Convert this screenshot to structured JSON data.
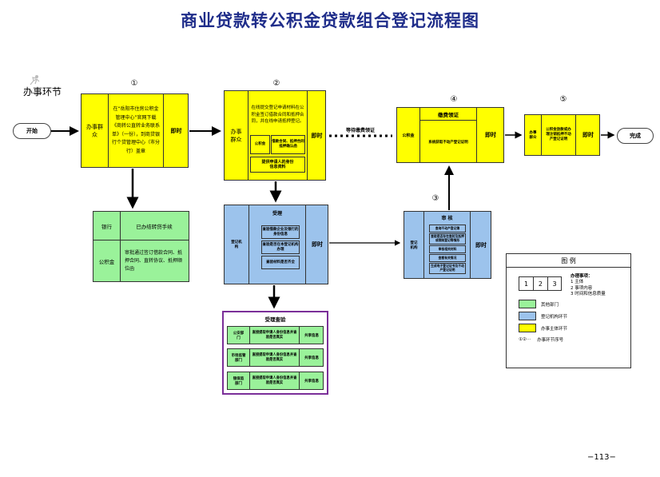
{
  "title": "商业贷款转公积金贷款组合登记流程图",
  "section_label": "办事环节",
  "start_label": "开始",
  "end_label": "完成",
  "page_number": "−113−",
  "steps": {
    "s1": {
      "number": "①",
      "subject": "办事群众",
      "content": "在“岳阳市住房公积金管理中心”官网下载《商转公直转业务联系单》（一份），到商贷银行个贷管理中心（市分行）盖章",
      "time": "即时"
    },
    "s2": {
      "number": "②",
      "subject": "办事群众",
      "content_top": "在线提交登记申请材料在公积金签订借款合同和抵押合同，并在线申请抵押登记。",
      "inner_left": "公积金",
      "inner_right": "借款合同、抵押合同抵押确认函",
      "bottom_box": "提供申请人的身份信息资料",
      "time": "即时"
    },
    "wait_label": "等待缴费领证",
    "s4": {
      "number": "④",
      "header": "缴费领证",
      "left": "公积金",
      "content": "系统获取不动产登记证明",
      "time": "即时"
    },
    "s5": {
      "number": "⑤",
      "subject": "办事群众",
      "content": "公积金放款或办理注销抵押不动产登记证明",
      "time": "即时"
    },
    "side_table": {
      "rows": [
        {
          "org": "银行",
          "text": "已办结转贷手续"
        },
        {
          "org": "公积金",
          "text": "审批通过签订借款合同、抵押合同、直转协议、抵押顺位函"
        }
      ]
    },
    "accept": {
      "header": "受理",
      "left": "登记机构",
      "items": [
        "查验借款企业及银行的身份信息",
        "查验是否在本登记机构办理",
        "查验材料是否齐全"
      ],
      "time": "即时"
    },
    "s3": {
      "number": "③",
      "header": "审  核",
      "left": "登记机构",
      "items": [
        "查询不动产登记簿",
        "查验是否存在查封及抵押或限制登记等情形",
        "审核相关材料",
        "查看有关情况",
        "生成电子登记证书及不动产登记证明"
      ],
      "time": "即时"
    },
    "verify": {
      "header": "受理查验",
      "rows": [
        {
          "org": "公安部门",
          "middle": "直接提取申请人身份信息并查验是否真实",
          "right": "共享信息"
        },
        {
          "org": "市场监管部门",
          "middle": "直接提取申请人身份信息并查验是否真实",
          "right": "共享信息"
        },
        {
          "org": "银保监部门",
          "middle": "直接提取申请人身份信息并查验是否真实",
          "right": "共享信息"
        }
      ]
    }
  },
  "legend": {
    "title": "图    例",
    "sample_cells": [
      "1",
      "2",
      "3"
    ],
    "notes_title": "办理事项：",
    "notes": [
      "1 主体",
      "2 事项内容",
      "3 时间和信息质量"
    ],
    "items": [
      {
        "color": "#9af29a",
        "label": "其他部门"
      },
      {
        "color": "#9cc3ec",
        "label": "登记机构环节"
      },
      {
        "color": "#ffff00",
        "label": "办事主体环节"
      }
    ],
    "seq_symbol": "①②···",
    "seq_label": "办事环节序号"
  },
  "colors": {
    "yellow": "#ffff00",
    "blue": "#9cc3ec",
    "green": "#9af29a",
    "title": "#1f2d8a",
    "verify_border": "#7b2f99"
  }
}
